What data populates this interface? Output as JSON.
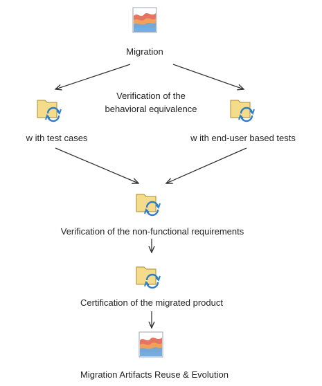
{
  "nodes": {
    "migration": {
      "label": "Migration",
      "icon": "area-chart-icon"
    },
    "behavioral": {
      "label_lines": [
        "Verification of the",
        "behavioral equivalence"
      ]
    },
    "test_cases": {
      "label": "w ith test cases",
      "icon": "folder-refresh-icon"
    },
    "end_user": {
      "label": "w ith end-user based tests",
      "icon": "folder-refresh-icon"
    },
    "non_functional": {
      "label": "Verification of the non-functional requirements",
      "icon": "folder-refresh-icon"
    },
    "certification": {
      "label": "Certification of the migrated product",
      "icon": "folder-refresh-icon"
    },
    "reuse": {
      "label": "Migration Artifacts Reuse & Evolution",
      "icon": "area-chart-icon"
    }
  },
  "colors": {
    "folder_fill": "#f4dc8a",
    "folder_stroke": "#a88a2e",
    "refresh": "#2f7dc6",
    "chart_red": "#e05c45",
    "chart_orange": "#f2a65a",
    "chart_blue": "#6fa8dc",
    "arrow": "#333333"
  }
}
